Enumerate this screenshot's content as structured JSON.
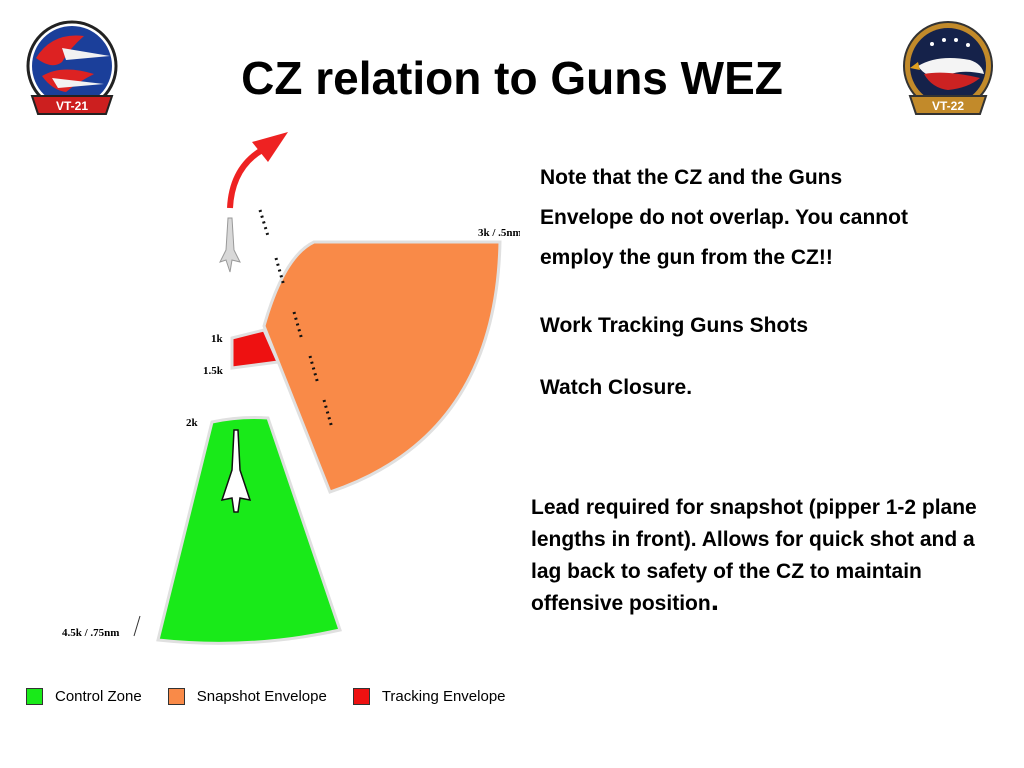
{
  "slide": {
    "title": "CZ relation to Guns WEZ",
    "note_lines": [
      "Note that the CZ and the Guns",
      "Envelope do not overlap.  You cannot",
      "employ the gun from the CZ!!"
    ],
    "work_text": "Work Tracking Guns Shots",
    "watch_text": "Watch Closure.",
    "lead_text": "Lead required for snapshot (pipper 1-2 plane lengths in front). Allows for quick shot and a lag back to safety of the CZ to maintain offensive position",
    "lead_end": "."
  },
  "logos": {
    "left_text": "VT-21",
    "right_text": "VT-22"
  },
  "diagram": {
    "labels": {
      "snapshot_max": "3k / .5nm",
      "tracking_min": "1k",
      "tracking_max": "1.5k",
      "cz_min": "2k",
      "cz_max": "4.5k / .75nm"
    },
    "colors": {
      "control_zone": "#19ea19",
      "snapshot": "#f98a48",
      "tracking": "#ee1111",
      "arrow": "#ee2222"
    }
  },
  "legend": [
    {
      "label": "Control Zone",
      "color": "#19ea19"
    },
    {
      "label": "Snapshot Envelope",
      "color": "#f98a48"
    },
    {
      "label": "Tracking Envelope",
      "color": "#ee1111"
    }
  ]
}
